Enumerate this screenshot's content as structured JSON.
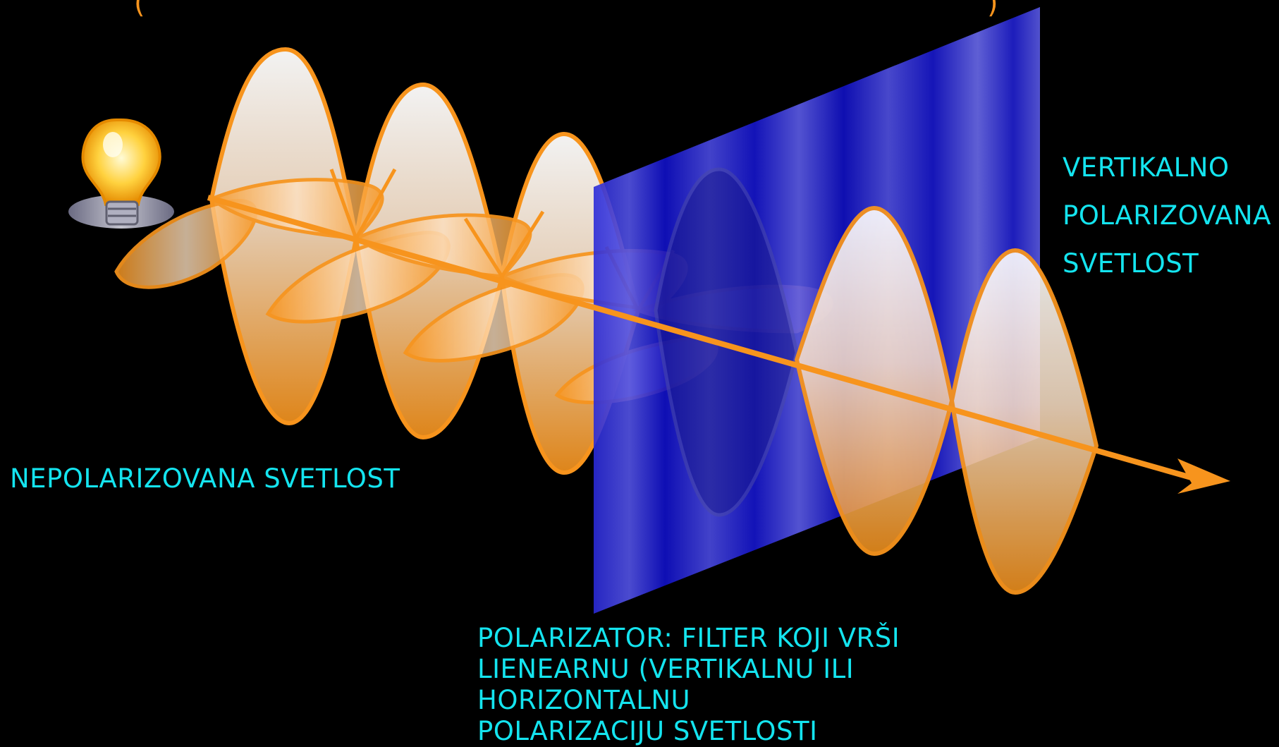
{
  "labels": {
    "unpolarized": "NEPOLARIZOVANA SVETLOST",
    "vertical_lines": [
      "VERTIKALNO",
      "POLARIZOVANA",
      "SVETLOST"
    ],
    "polarizer_lines": [
      "POLARIZATOR: FILTER KOJI VRŠI",
      "LIENEARNU (VERTIKALNU ILI",
      "HORIZONTALNU",
      "POLARIZACIJU SVETLOSTI"
    ]
  },
  "colors": {
    "background": "#000000",
    "label": "#14e4ef",
    "wave": "#f7941d",
    "polarizer": "#1a1ad6",
    "beam": "#f7941d"
  },
  "icons": [
    "light-bulb-icon",
    "arrow-head-icon"
  ]
}
